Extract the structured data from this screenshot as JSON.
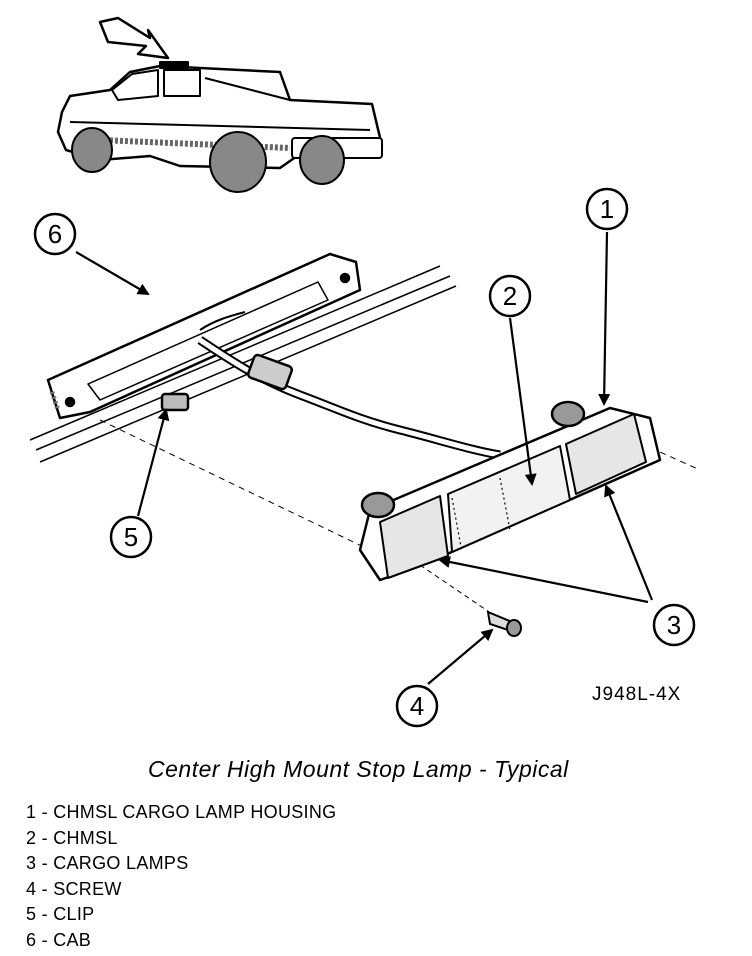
{
  "figure_code": "J948L-4X",
  "caption": "Center High Mount Stop Lamp - Typical",
  "callouts": [
    {
      "num": "1"
    },
    {
      "num": "2"
    },
    {
      "num": "3"
    },
    {
      "num": "4"
    },
    {
      "num": "5"
    },
    {
      "num": "6"
    }
  ],
  "legend": [
    "1 - CHMSL CARGO LAMP HOUSING",
    "2 - CHMSL",
    "3 - CARGO LAMPS",
    "4 - SCREW",
    "5 - CLIP",
    "6 - CAB"
  ]
}
